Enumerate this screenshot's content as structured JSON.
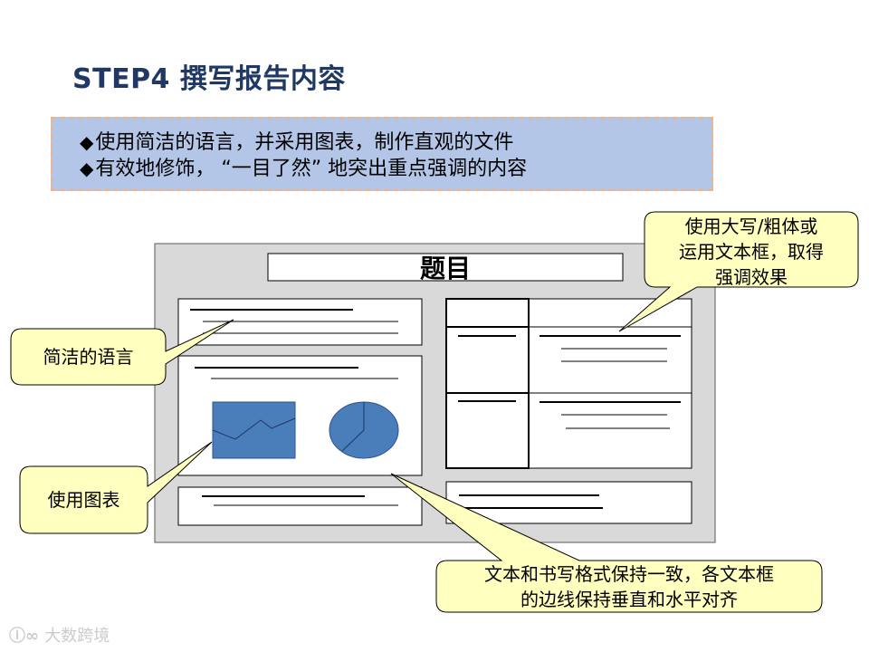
{
  "slide": {
    "title": "STEP4  撰写报告内容",
    "bullets": [
      {
        "marker": "◆",
        "text": "使用简洁的语言，并采用图表，制作直观的文件"
      },
      {
        "marker": "◆",
        "text": "有效地修饰，   “一目了然”  地突出重点强调的内容"
      }
    ],
    "report_title": "题目",
    "callouts": {
      "emphasis": [
        "使用大写/粗体或",
        "运用文本框，取得",
        "强调效果"
      ],
      "concise": "简洁的语言",
      "charts": "使用图表",
      "alignment": [
        "文本和书写格式保持一致，各文本框",
        "的边线保持垂直和水平对齐"
      ]
    },
    "watermark": "大数跨境"
  },
  "colors": {
    "title": "#1f3864",
    "bullet_bg": "#b4c6e7",
    "bullet_border": "#f4b183",
    "page_bg": "#d9d9d9",
    "chart_fill": "#4a7ebb",
    "chart_stroke": "#2f528f",
    "callout_fill": "#ffffc0"
  }
}
